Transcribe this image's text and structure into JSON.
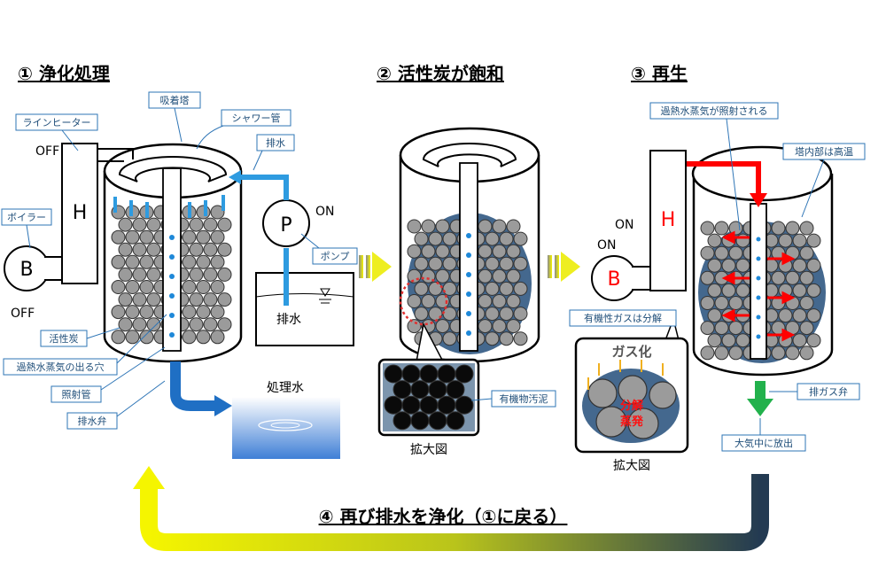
{
  "titles": {
    "step1": "① 浄化処理",
    "step2": "② 活性炭が飽和",
    "step3": "③ 再生",
    "step4": "④ 再び排水を浄化（①に戻る）"
  },
  "step1": {
    "heater_letter": "H",
    "heater_state": "OFF",
    "boiler_letter": "B",
    "boiler_state": "OFF",
    "pump_letter": "P",
    "pump_state": "ON",
    "wastewater_tank": "排水",
    "treated_water": "処理水",
    "callouts": {
      "line_heater": "ラインヒーター",
      "adsorption_tower": "吸着塔",
      "shower_pipe": "シャワー管",
      "wastewater": "排水",
      "boiler": "ボイラー",
      "pump": "ポンプ",
      "activated_carbon": "活性炭",
      "steam_hole": "過熱水蒸気の出る穴",
      "irradiation_pipe": "照射管",
      "drain_valve": "排水弁"
    }
  },
  "step2": {
    "zoom_label": "拡大図",
    "callouts": {
      "organic_sludge": "有機物汚泥"
    }
  },
  "step3": {
    "heater_letter": "H",
    "heater_state": "ON",
    "boiler_letter": "B",
    "boiler_state": "ON",
    "zoom_label": "拡大図",
    "gasify": "ガス化",
    "decompose": "分解",
    "evaporate": "蒸発",
    "callouts": {
      "steam_irradiated": "過熱水蒸気が照射される",
      "tower_hot": "塔内部は高温",
      "gas_decomposed": "有機性ガスは分解",
      "exhaust_valve": "排ガス弁",
      "release_air": "大気中に放出"
    }
  },
  "colors": {
    "water": "#2e9be0",
    "arrow_blue": "#1f6fc4",
    "heat_red": "#ff0000",
    "exhaust_green": "#22b14c",
    "saturated": "#44688e",
    "callout_border": "#2e75b6"
  }
}
